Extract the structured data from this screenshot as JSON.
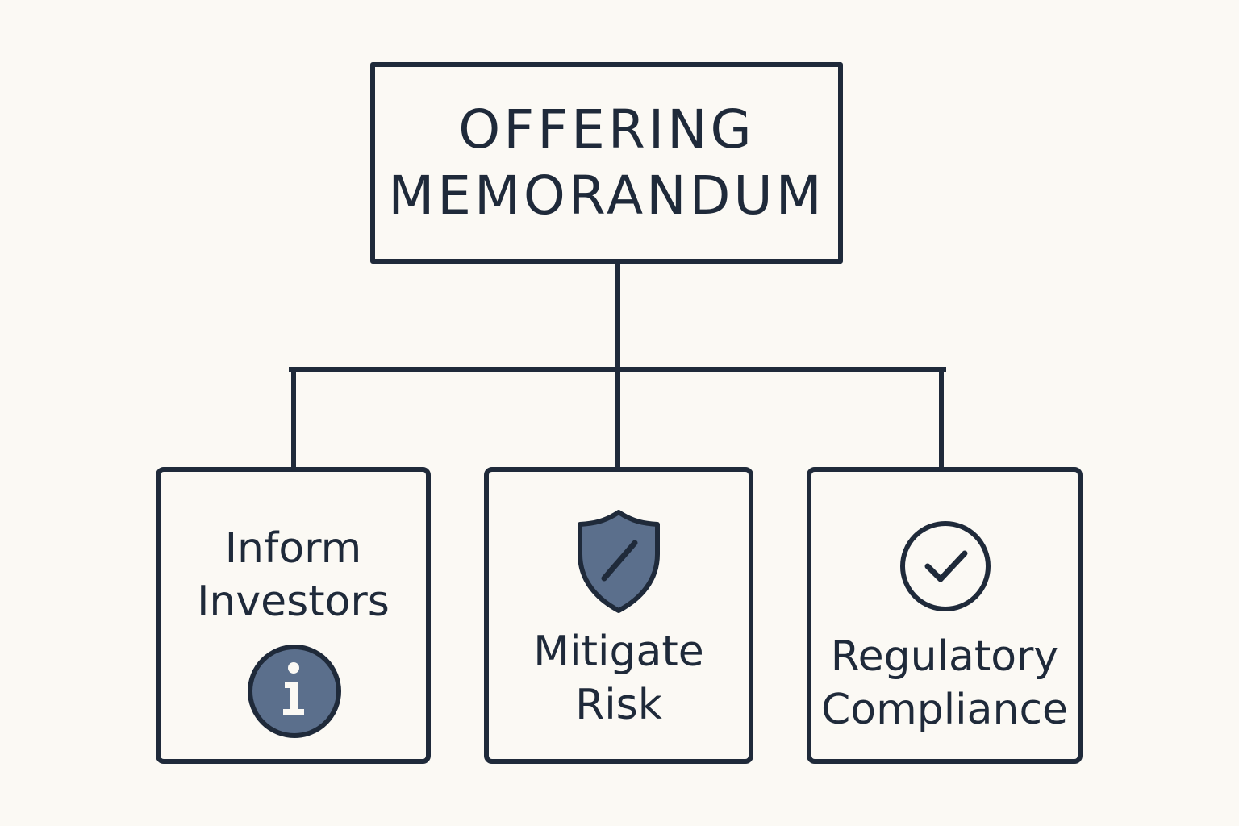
{
  "colors": {
    "background": "#fbf9f4",
    "stroke": "#1f2a3a",
    "icon_fill": "#5b6f8c"
  },
  "root": {
    "lines": [
      "OFFERING",
      "MEMORANDUM"
    ]
  },
  "children": [
    {
      "lines": [
        "Inform",
        "Investors"
      ],
      "icon": "info-icon"
    },
    {
      "lines": [
        "Mitigate",
        "Risk"
      ],
      "icon": "shield-icon"
    },
    {
      "lines": [
        "Regulatory",
        "Compliance"
      ],
      "icon": "check-circle-icon"
    }
  ]
}
